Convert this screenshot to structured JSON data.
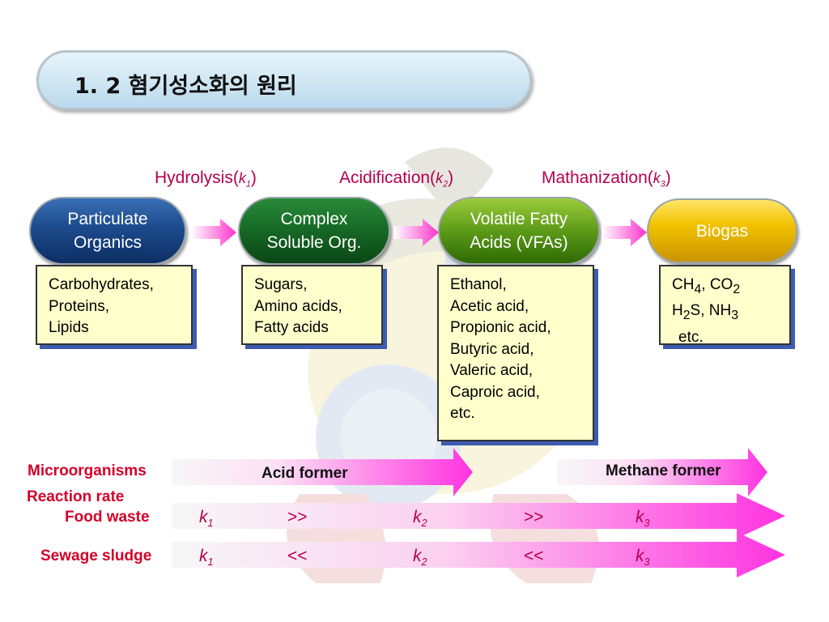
{
  "title": "1. 2 혐기성소화의 원리",
  "processes": [
    {
      "name": "Hydrolysis(",
      "rate": "k1",
      "close": ")"
    },
    {
      "name": "Acidification(",
      "rate": "k2",
      "close": ")"
    },
    {
      "name": "Mathanization(",
      "rate": "k3",
      "close": ")"
    }
  ],
  "stages": [
    {
      "line1": "Particulate",
      "line2": "Organics"
    },
    {
      "line1": "Complex",
      "line2": "Soluble Org."
    },
    {
      "line1": "Volatile Fatty",
      "line2": "Acids (VFAs)"
    },
    {
      "line1": "Biogas",
      "line2": ""
    }
  ],
  "details": {
    "particulate": [
      "Carbohydrates,",
      "Proteins,",
      "Lipids"
    ],
    "soluble": [
      "Sugars,",
      "Amino acids,",
      "Fatty acids"
    ],
    "vfa": [
      "Ethanol,",
      "Acetic acid,",
      "Propionic acid,",
      "Butyric acid,",
      "Valeric acid,",
      "Caproic acid,",
      "etc."
    ],
    "biogas": {
      "ch4": "CH",
      "ch4_sub": "4",
      "sep1": ", ",
      "co2": "CO",
      "co2_sub": "2",
      "h2s_a": "H",
      "h2s_sub": "2",
      "h2s_b": "S, ",
      "nh3": "NH",
      "nh3_sub": "3",
      "etc": "etc."
    }
  },
  "rows": {
    "microorganisms_label": "Microorganisms",
    "acid_former": "Acid former",
    "methane_former": "Methane former",
    "reaction_rate_label": "Reaction rate",
    "food_waste_label": "Food waste",
    "sewage_sludge_label": "Sewage sludge",
    "food_waste": {
      "k1": "k1",
      "rel1": ">>",
      "k2": "k2",
      "rel2": ">>",
      "k3": "k3"
    },
    "sewage_sludge": {
      "k1": "k1",
      "rel1": "<<",
      "k2": "k2",
      "rel2": "<<",
      "k3": "k3"
    }
  },
  "colors": {
    "accent": "#ff33cc",
    "label_red": "#d4002a",
    "process_text": "#b4004e"
  }
}
